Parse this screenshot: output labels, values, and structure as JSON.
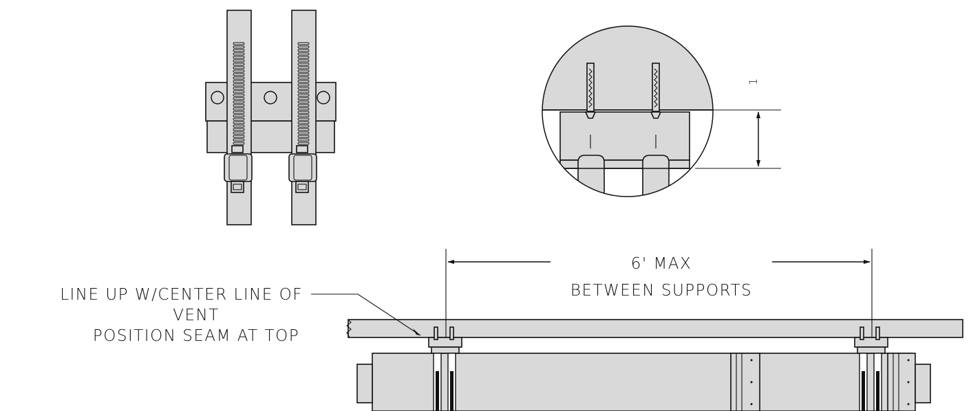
{
  "labels": {
    "dimension_detail": "1",
    "max_spacing_line1": "6' MAX",
    "max_spacing_line2": "BETWEEN SUPPORTS",
    "note_line1": "LINE UP W/CENTER LINE OF",
    "note_line2": "VENT",
    "note_line3": "POSITION SEAM AT TOP"
  },
  "colors": {
    "fill": "#d9d9d9",
    "line": "#111111"
  }
}
